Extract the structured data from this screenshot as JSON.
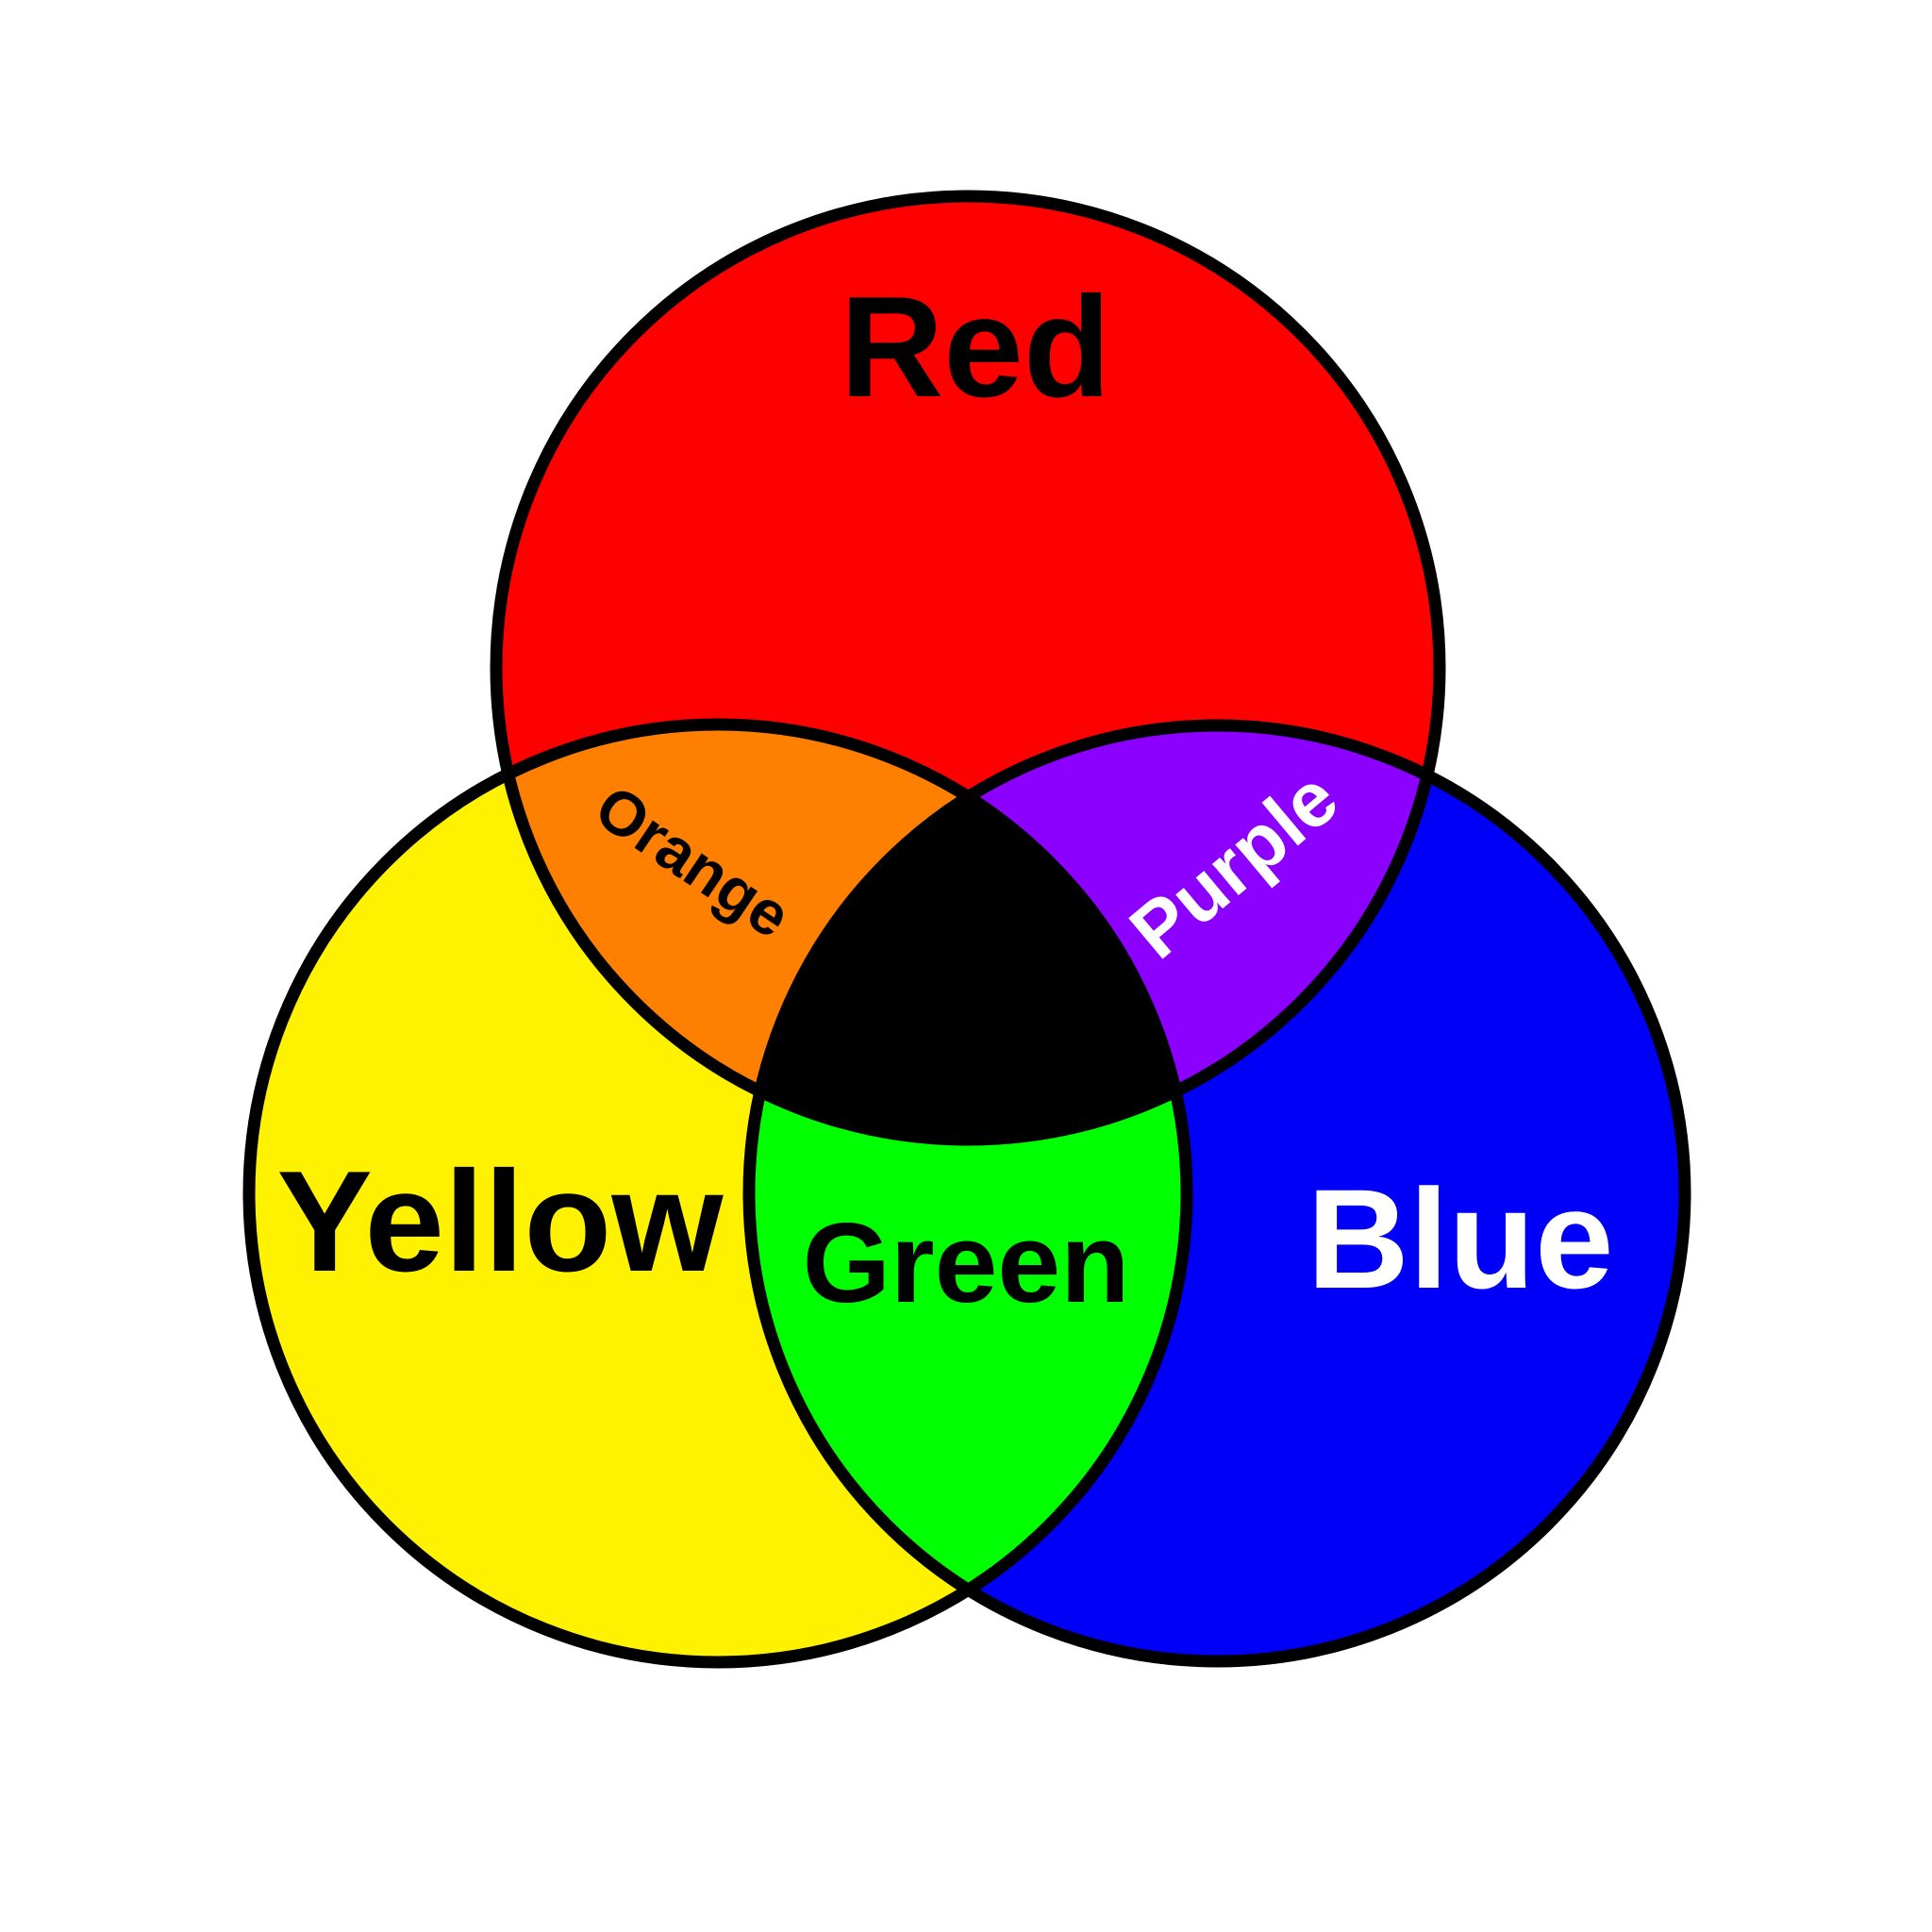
{
  "diagram": {
    "type": "venn",
    "title": "",
    "background": "#ffffff",
    "stroke_color": "#000000",
    "circles": [
      {
        "id": "red",
        "label": "Red",
        "fill": "#ff0000",
        "label_color": "#000000"
      },
      {
        "id": "yellow",
        "label": "Yellow",
        "fill": "#fff200",
        "label_color": "#000000"
      },
      {
        "id": "blue",
        "label": "Blue",
        "fill": "#0000f8",
        "label_color": "#ffffff"
      }
    ],
    "intersections": [
      {
        "sets": [
          "red",
          "yellow"
        ],
        "label": "Orange",
        "fill": "#ff8000",
        "label_color": "#000000"
      },
      {
        "sets": [
          "red",
          "blue"
        ],
        "label": "Purple",
        "fill": "#8c00ff",
        "label_color": "#ffffff"
      },
      {
        "sets": [
          "yellow",
          "blue"
        ],
        "label": "Green",
        "fill": "#00ff00",
        "label_color": "#000000"
      },
      {
        "sets": [
          "red",
          "yellow",
          "blue"
        ],
        "label": "",
        "fill": "#000000"
      }
    ]
  }
}
